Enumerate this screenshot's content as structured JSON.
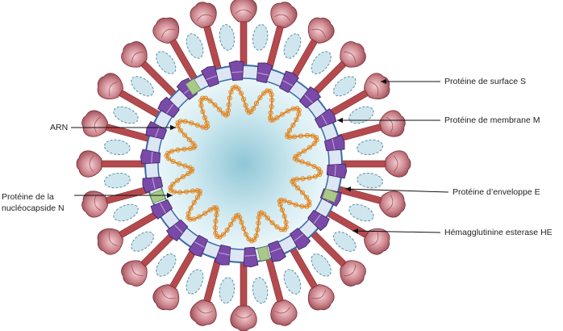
{
  "diagram": {
    "labels": {
      "rna": "ARN",
      "nucleocapsid_line1": "Protéine de la",
      "nucleocapsid_line2": "nucléocapside N",
      "surface_s": "Protéine de surface S",
      "membrane_m": "Protéine  de membrane M",
      "envelope_e": "Protéine  d’enveloppe E",
      "hemagglutinin_he": "Hémagglutinine esterase HE"
    },
    "colors": {
      "spike_stem": "#b54a4e",
      "spike_head": "#c97a82",
      "he_fill": "#cfe6ee",
      "membrane_band": "#dde7f4",
      "membrane_edge": "#3a6aa8",
      "m_protein": "#7a4aa8",
      "e_protein": "#a8c98a",
      "rna": "#e08a2a",
      "core": "#bfe0ea"
    }
  }
}
